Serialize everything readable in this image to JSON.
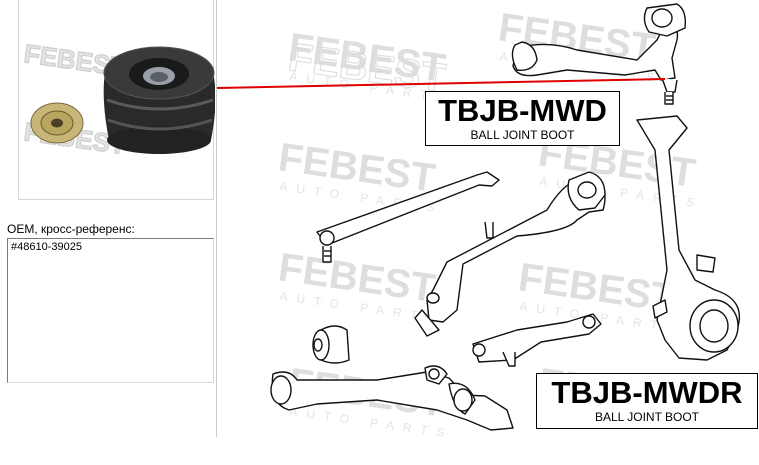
{
  "oem": {
    "label": "OEM, кросс-референс:",
    "value": "#48610-39025"
  },
  "watermark": {
    "brand": "FEBEST",
    "sub": "AUTO PARTS"
  },
  "parts": [
    {
      "code": "TBJB-MWD",
      "description": "BALL JOINT BOOT"
    },
    {
      "code": "TBJB-MWDR",
      "description": "BALL JOINT BOOT"
    }
  ],
  "colors": {
    "connector_line": "#e00000",
    "watermark": "#d9d9d9"
  },
  "icons": [
    "ball-joint-boot-photo",
    "upper-control-arm-drawing",
    "lower-control-arm-drawing",
    "steering-knuckle-drawing"
  ]
}
